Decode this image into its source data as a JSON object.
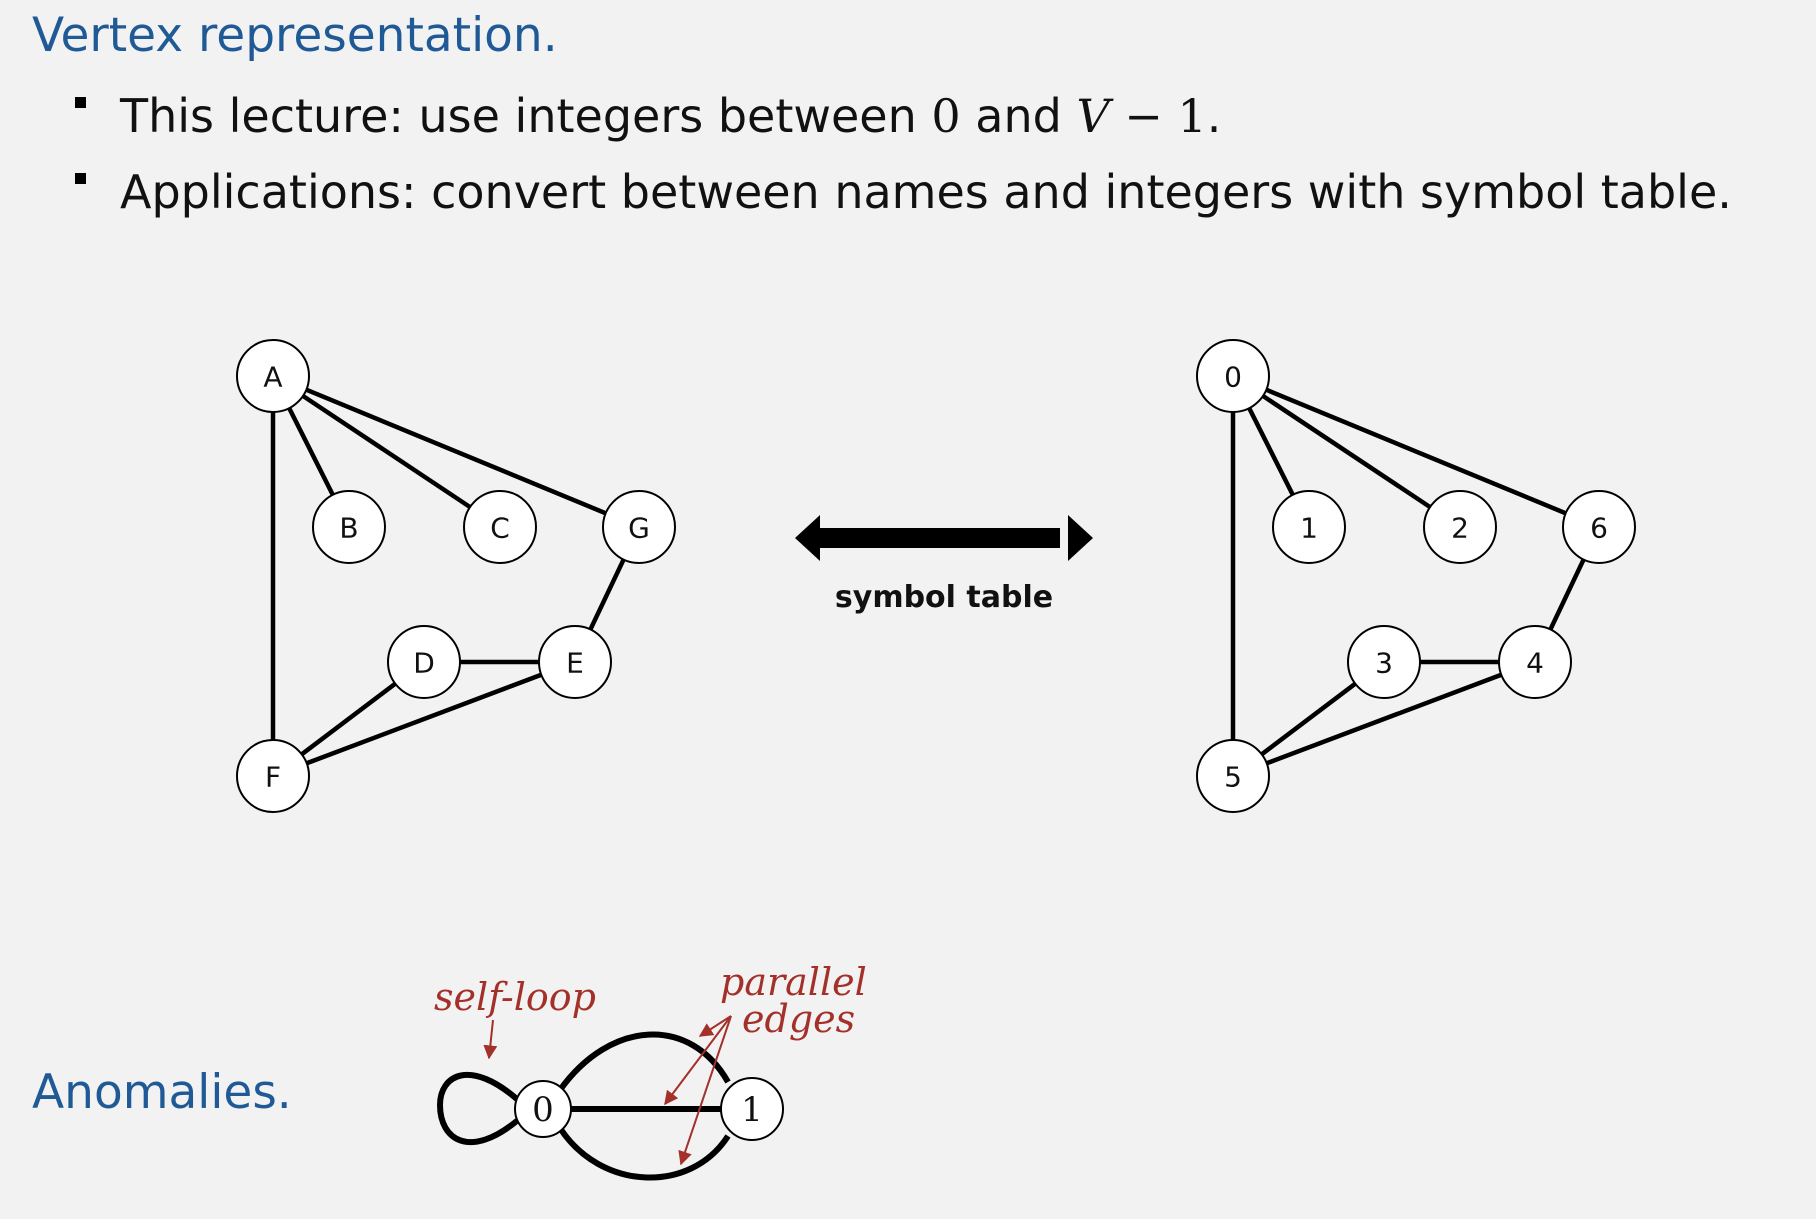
{
  "title": "Vertex representation.",
  "bullets": [
    {
      "prefix": "This lecture:  use integers between ",
      "math_a": "0",
      "middle": " and ",
      "math_var": "V",
      "math_b": " − 1",
      "suffix": "."
    },
    {
      "text": "Applications:  convert between names and integers with symbol table."
    }
  ],
  "graph_letters": {
    "nodes": [
      "A",
      "B",
      "C",
      "G",
      "D",
      "E",
      "F"
    ],
    "edges": [
      [
        "A",
        "B"
      ],
      [
        "A",
        "C"
      ],
      [
        "A",
        "G"
      ],
      [
        "A",
        "F"
      ],
      [
        "G",
        "E"
      ],
      [
        "D",
        "E"
      ],
      [
        "D",
        "F"
      ],
      [
        "E",
        "F"
      ]
    ]
  },
  "graph_numbers": {
    "nodes": [
      "0",
      "1",
      "2",
      "6",
      "3",
      "4",
      "5"
    ],
    "edges": [
      [
        "0",
        "1"
      ],
      [
        "0",
        "2"
      ],
      [
        "0",
        "6"
      ],
      [
        "0",
        "5"
      ],
      [
        "6",
        "4"
      ],
      [
        "3",
        "4"
      ],
      [
        "3",
        "5"
      ],
      [
        "4",
        "5"
      ]
    ]
  },
  "arrow_label": "symbol table",
  "anomalies": {
    "heading": "Anomalies.",
    "node_left": "0",
    "node_right": "1",
    "self_loop_label": "self-loop",
    "parallel_label_1": "parallel",
    "parallel_label_2": "edges",
    "accent_color": "#a4302a"
  },
  "colors": {
    "heading": "#1f5a96",
    "background": "#f2f2f2"
  }
}
